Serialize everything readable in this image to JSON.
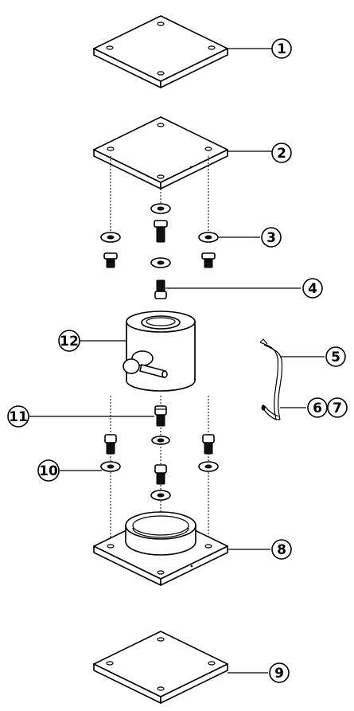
{
  "callouts": [
    {
      "label": "1"
    },
    {
      "label": "2"
    },
    {
      "label": "3"
    },
    {
      "label": "4"
    },
    {
      "label": "5"
    },
    {
      "label": "6"
    },
    {
      "label": "7"
    },
    {
      "label": "8"
    },
    {
      "label": "9"
    },
    {
      "label": "10"
    },
    {
      "label": "11"
    },
    {
      "label": "12"
    }
  ],
  "colors": {
    "line": "#000000",
    "background": "#ffffff"
  }
}
